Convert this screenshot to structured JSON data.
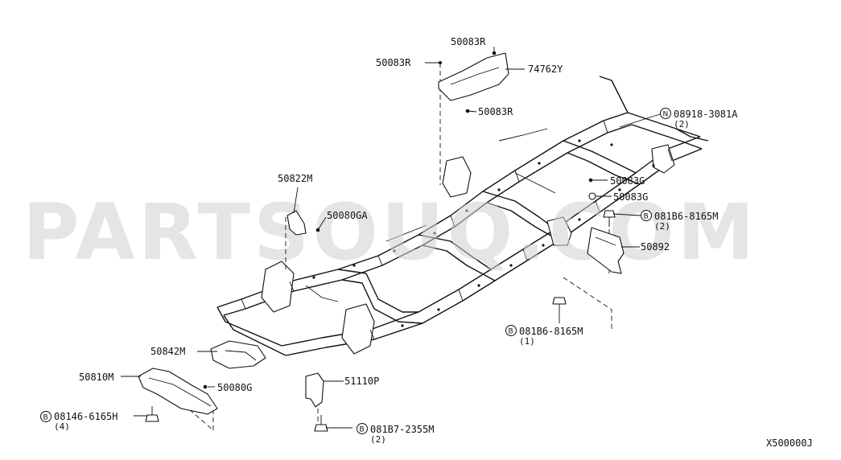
{
  "watermark": "PARTSOUQ.COM",
  "diagram_code": "X500000J",
  "callouts": {
    "p50083r_top": "50083R",
    "p50083r_left": "50083R",
    "p74762y": "74762Y",
    "p50083r_bottom": "50083R",
    "p08918": "08918-3081A",
    "p08918_qty": "(2)",
    "p08918_symbol": "N",
    "p50083g_1": "50083G",
    "p50083g_2": "50083G",
    "p50822m": "50822M",
    "p50080ga": "50080GA",
    "p081b6_top": "081B6-8165M",
    "p081b6_top_qty": "(2)",
    "p081b6_top_symbol": "B",
    "p50892": "50892",
    "p081b6_mid": "081B6-8165M",
    "p081b6_mid_qty": "(1)",
    "p081b6_mid_symbol": "B",
    "p50842m": "50842M",
    "p50810m": "50810M",
    "p50080g": "50080G",
    "p51110p": "51110P",
    "p08146": "08146-6165H",
    "p08146_qty": "(4)",
    "p08146_symbol": "B",
    "p081b7": "081B7-2355M",
    "p081b7_qty": "(2)",
    "p081b7_symbol": "B"
  }
}
